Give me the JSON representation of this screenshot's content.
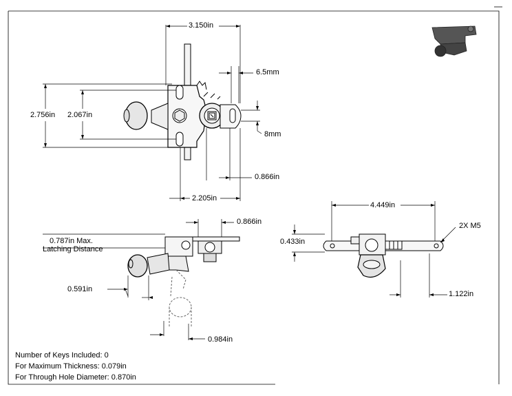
{
  "dimensions": {
    "front_width": "3.150in",
    "slot_width": "6.5mm",
    "outer_height": "2.756in",
    "hole_spacing": "2.067in",
    "slot_height": "8mm",
    "right_offset": "0.866in",
    "bottom_width": "2.205in",
    "side_top": "0.866in",
    "latching_label_line1": "0.787in Max.",
    "latching_label_line2": "Latching Distance",
    "knob_width": "0.591in",
    "swing_dim": "0.984in",
    "top_length": "4.449in",
    "top_thickness": "0.433in",
    "mount_holes": "2X M5",
    "top_offset": "1.122in"
  },
  "notes": [
    "Number of Keys Included: 0",
    "For Maximum Thickness: 0.079in",
    "For Through Hole Diameter: 0.870in"
  ]
}
